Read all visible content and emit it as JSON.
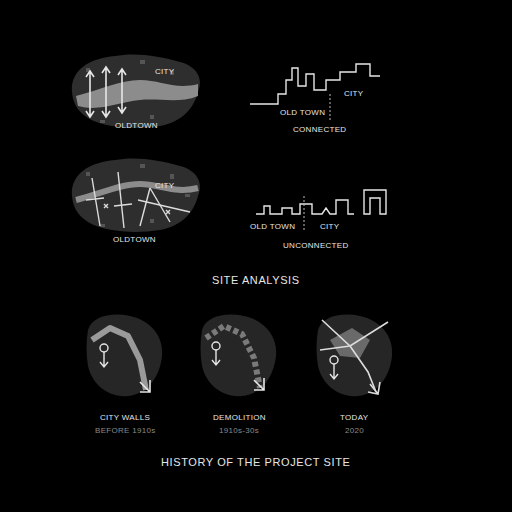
{
  "diagram": {
    "labels": [
      "CITY",
      "OLDTOWN",
      "OLD TOWN",
      "CITY",
      "CONNECTED",
      "CITY",
      "OLDTOWN",
      "OLD TOWN",
      "CITY",
      "UNCONNECTED",
      "SITE ANALYSIS",
      "CITY WALLS",
      "BEFORE 1910s",
      "DEMOLITION",
      "1910s-30s",
      "TODAY",
      "2020",
      "HISTORY OF THE PROJECT SITE"
    ]
  }
}
